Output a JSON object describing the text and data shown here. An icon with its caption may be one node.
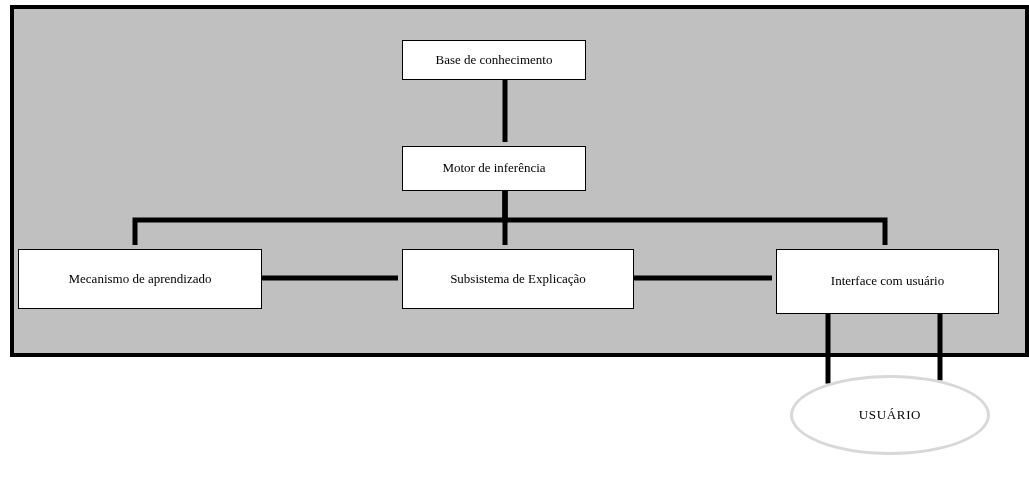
{
  "diagram": {
    "nodes": [
      {
        "text": [],
        "shape": "box"
      },
      {
        "text": [
          "Base de conhecimento"
        ],
        "in": 0
      },
      {
        "text": [
          "Motor de inferência"
        ],
        "in": 0
      },
      {
        "text": [
          "Mecanismo de aprendizado"
        ],
        "in": 0
      },
      {
        "text": [
          "Subsistema de Explicação"
        ],
        "in": 0
      },
      {
        "text": [
          "Interface com usuário"
        ],
        "in": 0
      },
      {
        "text": [
          "USUÁRIO"
        ]
      }
    ],
    "edges": [
      {
        "from": 1,
        "to": 2,
        "arrow": "none"
      },
      {
        "from": 2,
        "to": 3,
        "arrow": "none"
      },
      {
        "from": 2,
        "to": 4,
        "arrow": "none"
      },
      {
        "from": 2,
        "to": 5,
        "arrow": "none"
      },
      {
        "from": 3,
        "to": 4,
        "arrow": "none"
      },
      {
        "from": 4,
        "to": 5,
        "arrow": "none"
      },
      {
        "from": 5,
        "to": 6,
        "arrow": "none"
      },
      {
        "from": 5,
        "to": 6,
        "arrow": "none"
      }
    ]
  }
}
